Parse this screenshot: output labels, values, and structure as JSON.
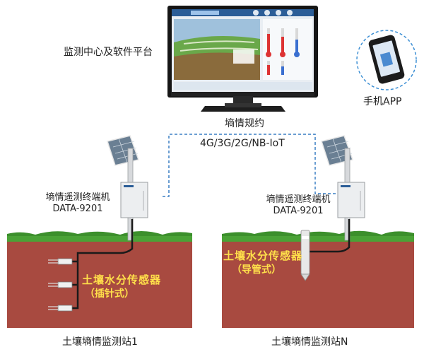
{
  "monitor_center": {
    "label": "监测中心及软件平台"
  },
  "mobile_app": {
    "label": "手机APP"
  },
  "protocol": {
    "title": "墒情规约",
    "networks": "4G/3G/2G/NB-IoT"
  },
  "stations": [
    {
      "terminal_name": "墒情遥测终端机",
      "terminal_model": "DATA-9201",
      "sensor_name": "土壤水分传感器",
      "sensor_type": "（插针式）",
      "station_name": "土壤墒情监测站1"
    },
    {
      "terminal_name": "墒情遥测终端机",
      "terminal_model": "DATA-9201",
      "sensor_name": "土壤水分传感器",
      "sensor_type": "（导管式）",
      "station_name": "土壤墒情监测站N"
    }
  ],
  "colors": {
    "soil": "#a84a40",
    "grass": "#3c8f2c",
    "dashed_link": "#3a7fc4",
    "sensor_text": "#ffe04a",
    "monitor_frame": "#1a1a1a",
    "circle": "#3c8fd4"
  }
}
